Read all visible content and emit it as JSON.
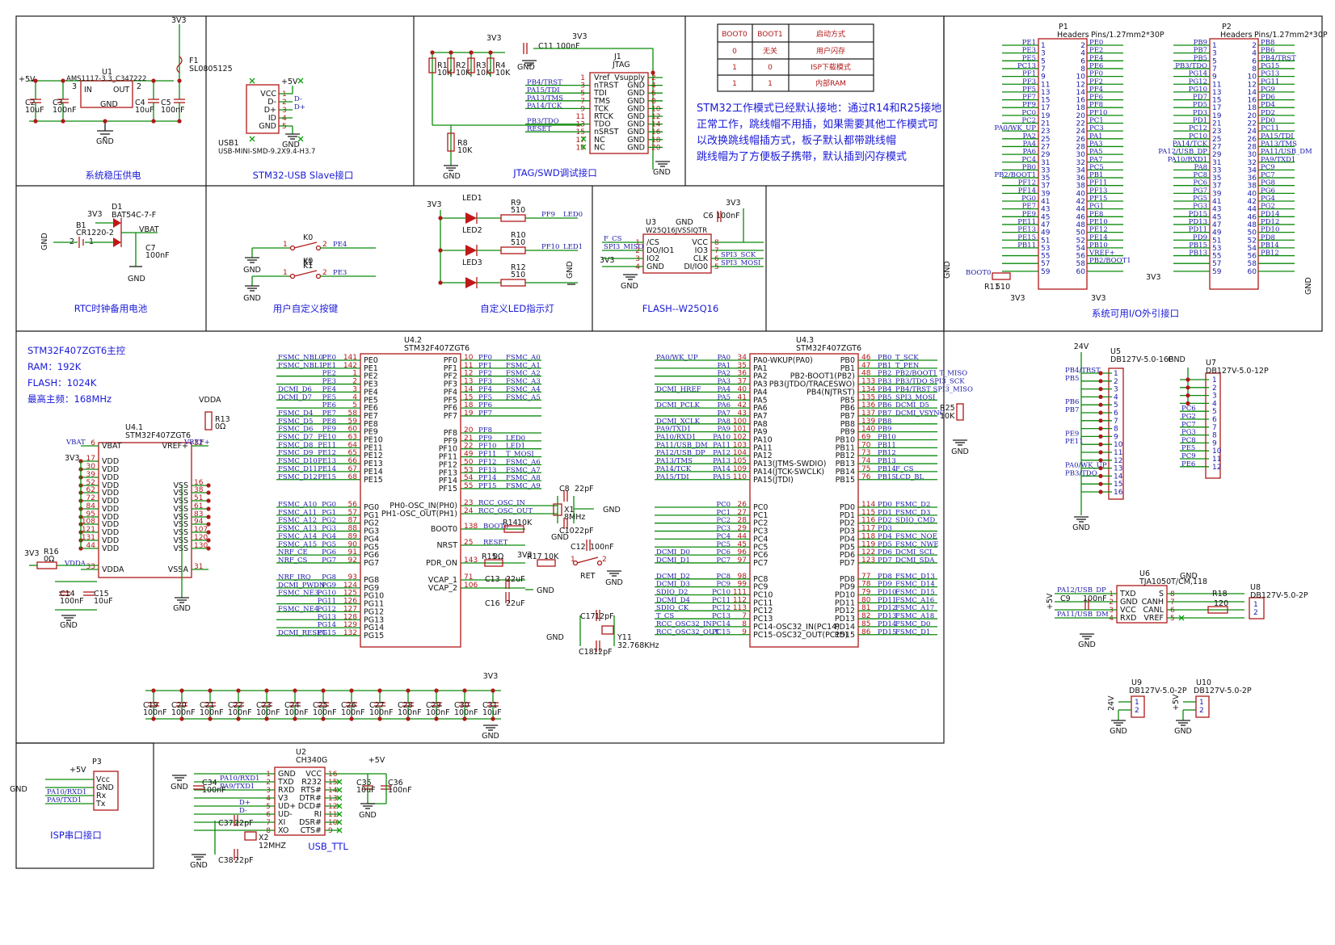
{
  "sections": {
    "power": "系统稳压供电",
    "usb": "STM32-USB Slave接口",
    "jtag": "JTAG/SWD调试接口",
    "headers": "系统可用I/O外引接口",
    "rtc": "RTC时钟备用电池",
    "keys": "用户自定义按键",
    "led": "自定义LED指示灯",
    "flash": "FLASH--W25Q16",
    "isp": "ISP串口接口",
    "usbttl": "USB_TTL"
  },
  "mcu_info": {
    "title": "STM32F407ZGT6主控",
    "ram": "RAM：192K",
    "flash": "FLASH：1024K",
    "freq": "最高主频：168MHz"
  },
  "boot_note": {
    "lines": [
      "STM32工作模式已经默认接地：通过R14和R25接地",
      "正常工作，跳线帽不用插，如果需要其他工作模式可",
      "以改换跳线帽插方式，板子默认都带跳线帽",
      "跳线帽为了方便板子携带，默认插到闪存模式"
    ]
  },
  "boot_table": {
    "headers": [
      "BOOT0",
      "BOOT1",
      "启动方式"
    ],
    "rows": [
      [
        "0",
        "无关",
        "用户闪存"
      ],
      [
        "1",
        "0",
        "ISP下载模式"
      ],
      [
        "1",
        "1",
        "内部RAM"
      ]
    ]
  },
  "power": {
    "regulator": "U1",
    "part": "AMS1117-3.3_C347222",
    "pins": {
      "in": "IN",
      "out": "OUT",
      "gnd": "GND",
      "p3": "3",
      "p2": "2",
      "p1": "1"
    },
    "fuse": "F1",
    "fuse_part": "SL0805125",
    "v5": "+5V",
    "v33": "3V3",
    "gnd": "GND",
    "caps": [
      {
        "ref": "C2",
        "val": "10uF"
      },
      {
        "ref": "C3",
        "val": "100nF"
      },
      {
        "ref": "C4",
        "val": "10uF"
      },
      {
        "ref": "C5",
        "val": "100nF"
      }
    ]
  },
  "usb": {
    "ref": "USB1",
    "part": "USB-MINI-SMD-9.2X9.4-H3.7",
    "pins": [
      "VCC",
      "D-",
      "D+",
      "ID",
      "GND"
    ],
    "nums": [
      "1",
      "2",
      "3",
      "4",
      "5"
    ],
    "nets": [
      "D-",
      "D+"
    ],
    "v5": "+5V",
    "gnd": "GND"
  },
  "jtag": {
    "ref": "J1",
    "name": "JTAG",
    "left": [
      "Vref",
      "nTRST",
      "TDI",
      "TMS",
      "TCK",
      "RTCK",
      "TDO",
      "nSRST",
      "NC",
      "NC"
    ],
    "lnums": [
      "1",
      "3",
      "5",
      "7",
      "9",
      "11",
      "13",
      "15",
      "17",
      "19"
    ],
    "right": [
      "Vsupply",
      "GND",
      "GND",
      "GND",
      "GND",
      "GND",
      "GND",
      "GND",
      "GND",
      "GND"
    ],
    "rnums": [
      "2",
      "4",
      "6",
      "8",
      "10",
      "12",
      "14",
      "16",
      "18",
      "20"
    ],
    "nets": [
      "PB4/TRST",
      "PA15/TDI",
      "PA13/TMS",
      "PA14/TCK",
      "PB3/TDO",
      "RESET"
    ],
    "res": [
      {
        "ref": "R1",
        "val": "10K"
      },
      {
        "ref": "R2",
        "val": "10K"
      },
      {
        "ref": "R3",
        "val": "10K"
      },
      {
        "ref": "R4",
        "val": "10K"
      }
    ],
    "r8": {
      "ref": "R8",
      "val": "10K"
    },
    "c11": "C11",
    "c11v": "100nF",
    "v33": "3V3",
    "gnd": "GND"
  },
  "rtc": {
    "b1": "B1",
    "b1part": "CR1220-2",
    "d1": "D1",
    "d1part": "BAT54C-7-F",
    "c7": "C7",
    "c7v": "100nF",
    "vbat": "VBAT",
    "v33": "3V3",
    "gnd": "GND",
    "n1": "1",
    "n2": "2"
  },
  "keys": [
    {
      "ref": "K0",
      "sub": "K0",
      "net": "PE4"
    },
    {
      "ref": "K1",
      "sub": "K1",
      "net": "PE3"
    }
  ],
  "keys_gnd": "GND",
  "keys_n1": "1",
  "keys_n2": "2",
  "leds": [
    {
      "ref": "LED1",
      "res": "R9",
      "val": "510",
      "net": "PF9",
      "lbl": "LED0"
    },
    {
      "ref": "LED2",
      "res": "R10",
      "val": "510",
      "net": "PF10",
      "lbl": "LED1"
    },
    {
      "ref": "LED3",
      "res": "R12",
      "val": "510",
      "net": "",
      "lbl": ""
    }
  ],
  "leds_v33": "3V3",
  "leds_gnd": "GND",
  "flash": {
    "ref": "U3",
    "part": "W25Q16JVSSIQTR",
    "left": [
      "/CS",
      "DO/IO1",
      "IO2",
      "GND"
    ],
    "lnums": [
      "1",
      "2",
      "3",
      "4"
    ],
    "right": [
      "VCC",
      "IO3",
      "CLK",
      "DI/IO0"
    ],
    "rnums": [
      "8",
      "7",
      "6",
      "5"
    ],
    "nets_l": [
      "F_CS",
      "SPI3_MISO"
    ],
    "nets_r": [
      "SPI3_SCK",
      "SPI3_MOSI"
    ],
    "c6": "C6",
    "c6v": "100nF",
    "v33": "3V3",
    "gnd": "GND"
  },
  "p1": {
    "ref": "P1",
    "hdr": "Headers",
    "pins": "Pins/1.27mm2*30P",
    "left_nets": [
      "PE1",
      "PE3",
      "PE5",
      "PC13",
      "PF1",
      "PF3",
      "PF5",
      "PF7",
      "PF9",
      "PC0",
      "PC2",
      "PA0/WK_UP",
      "PA2",
      "PA4",
      "PA6",
      "PC4",
      "PB0",
      "PB2/BOOT1",
      "PF12",
      "PF14",
      "PG0",
      "PE7",
      "PE9",
      "PE11",
      "PE13",
      "PE15",
      "PB11"
    ],
    "right_nets": [
      "PE0",
      "PE2",
      "PE4",
      "PE6",
      "PF0",
      "PF2",
      "PF4",
      "PF6",
      "PF8",
      "PF10",
      "PC1",
      "PC3",
      "PA1",
      "PA3",
      "PA5",
      "PA7",
      "PC5",
      "PB1",
      "PF11",
      "PF13",
      "PF15",
      "PG1",
      "PE8",
      "PE10",
      "PE12",
      "PE14",
      "PB10",
      "VREF+",
      "PB2/BOOT1"
    ],
    "boot0": "BOOT0",
    "r11": "R11",
    "r11v": "510",
    "gnd": "GND",
    "v33a": "3V3",
    "v33b": "3V3"
  },
  "p2": {
    "ref": "P2",
    "hdr": "Headers",
    "pins": "Pins/1.27mm2*30P",
    "left_nets": [
      "PB9",
      "PB7",
      "PB5",
      "PB3/TDO",
      "PG14",
      "PG12",
      "PG10",
      "PD7",
      "PD5",
      "PD3",
      "PD1",
      "PC12",
      "PC10",
      "PA14/TCK",
      "PA12/USB_DP",
      "PA10/RXD1",
      "PA8",
      "PC8",
      "PC6",
      "PG7",
      "PG5",
      "PG3",
      "PD15",
      "PD13",
      "PD11",
      "PD9",
      "PB15",
      "PB13"
    ],
    "right_nets": [
      "PB8",
      "PB6",
      "PB4/TRST",
      "PG15",
      "PG13",
      "PG11",
      "PG9",
      "PD6",
      "PD4",
      "PD2",
      "PD0",
      "PC11",
      "PA15/TDI",
      "PA13/TMS",
      "PA11/USB_DM",
      "PA9/TXD1",
      "PC9",
      "PC7",
      "PG8",
      "PG6",
      "PG4",
      "PG2",
      "PD14",
      "PD12",
      "PD10",
      "PD8",
      "PB14",
      "PB12"
    ],
    "v33": "3V3",
    "gnd": "GND"
  },
  "u41": {
    "ref": "U4.1",
    "part": "STM32F407ZGT6",
    "left": [
      "VBAT",
      "VDD",
      "VDD",
      "VDD",
      "VDD",
      "VDD",
      "VDD",
      "VDD",
      "VDD",
      "VDD",
      "VDD",
      "VDDA"
    ],
    "lnums": [
      "6",
      "17",
      "30",
      "39",
      "52",
      "62",
      "72",
      "84",
      "95",
      "108",
      "121",
      "131",
      "44",
      "33"
    ],
    "right": [
      "VREF+",
      "VSS",
      "VSS",
      "VSS",
      "VSS",
      "VSS",
      "VSS",
      "VSS",
      "VSS",
      "VSSA"
    ],
    "rnums": [
      "32",
      "16",
      "38",
      "51",
      "61",
      "83",
      "94",
      "107",
      "120",
      "130",
      "31"
    ],
    "vdda": "VDDA",
    "r13": "R13",
    "r13v": "0Ω",
    "r16": "R16",
    "r16v": "0Ω",
    "c14": "C14",
    "c14v": "100nF",
    "c15": "C15",
    "c15v": "10uF",
    "vbat": "VBAT",
    "vrefnet": "VREF+",
    "v33": "3V3",
    "gnd": "GND",
    "vddanet": "VDDA"
  },
  "u42": {
    "ref": "U4.2",
    "part": "STM32F407ZGT6",
    "left_pins": [
      "PE0",
      "PE1",
      "PE2",
      "PE3",
      "PE4",
      "PE5",
      "PE6",
      "PE7",
      "PE8",
      "PE9",
      "PE10",
      "PE11",
      "PE12",
      "PE13",
      "PE14",
      "PE15",
      "PG0",
      "PG1",
      "PG2",
      "PG3",
      "PG4",
      "PG5",
      "PG6",
      "PG7",
      "PG8",
      "PG9",
      "PG10",
      "PG11",
      "PG12",
      "PG13",
      "PG14",
      "PG15"
    ],
    "left_nums": [
      "141",
      "142",
      "1",
      "2",
      "3",
      "4",
      "5",
      "58",
      "59",
      "60",
      "63",
      "64",
      "65",
      "66",
      "67",
      "68",
      "56",
      "57",
      "87",
      "88",
      "89",
      "90",
      "91",
      "92",
      "93",
      "124",
      "125",
      "126",
      "127",
      "128",
      "129",
      "132"
    ],
    "left_nets": [
      "FSMC_NBL0",
      "FSMC_NBL1",
      "",
      "",
      "DCMI_D6",
      "DCMI_D7",
      "",
      "FSMC_D4",
      "FSMC_D5",
      "FSMC_D6",
      "FSMC_D7",
      "FSMC_D8",
      "FSMC_D9",
      "FSMC_D10",
      "FSMC_D11",
      "FSMC_D12",
      "FSMC_A10",
      "FSMC_A11",
      "FSMC_A12",
      "FSMC_A13",
      "FSMC_A14",
      "FSMC_A15",
      "NRF_CE",
      "NRF_CS",
      "NRF_IRQ",
      "DCMI_PWDN",
      "FSMC_NE3",
      "",
      "FSMC_NE4",
      "",
      "",
      "DCMI_RESET"
    ],
    "left_tags": [
      "PE0",
      "PE1",
      "PE2",
      "PE3",
      "PE4",
      "PE5",
      "PE6",
      "PE7",
      "PE8",
      "PE9",
      "PE10",
      "PE11",
      "PE12",
      "PE13",
      "PE14",
      "PE15",
      "PG0",
      "PG1",
      "PG2",
      "PG3",
      "PG4",
      "PG5",
      "PG6",
      "PG7",
      "PG8",
      "PG9",
      "PG10",
      "PG11",
      "PG12",
      "PG13",
      "PG14",
      "PG15"
    ],
    "right_pins": [
      "PF0",
      "PF1",
      "PF2",
      "PF3",
      "PF4",
      "PF5",
      "PF6",
      "PF7",
      "PF8",
      "PF9",
      "PF10",
      "PF11",
      "PF12",
      "PF13",
      "PF14",
      "PF15"
    ],
    "right_nums": [
      "10",
      "11",
      "12",
      "13",
      "14",
      "15",
      "18",
      "19",
      "20",
      "21",
      "22",
      "49",
      "50",
      "53",
      "54",
      "55"
    ],
    "right_nets": [
      "FSMC_A0",
      "FSMC_A1",
      "FSMC_A2",
      "FSMC_A3",
      "FSMC_A4",
      "FSMC_A5",
      "",
      "",
      "",
      "LED0",
      "LED1",
      "T_MOSI",
      "FSMC_A6",
      "FSMC_A7",
      "FSMC_A8",
      "FSMC_A9"
    ],
    "osc_in": "PH0-OSC_IN(PH0)",
    "osc_out": "PH1-OSC_OUT(PH1)",
    "osc_nums": [
      "23",
      "24"
    ],
    "osc_nets": [
      "RCC_OSC_IN",
      "RCC_OSC_OUT"
    ],
    "boot0": "BOOT0",
    "boot0num": "138",
    "boot0net": "BOOT0",
    "nrst": "NRST",
    "nrstnum": "25",
    "nrstnet": "RESET",
    "pdr": "PDR_ON",
    "pdrnum": "143",
    "vcap1": "VCAP_1",
    "vcap2": "VCAP_2",
    "vcapnums": [
      "71",
      "106"
    ],
    "x1": "X1",
    "x1v": "8MHz",
    "c8": "C8",
    "c8v": "22pF",
    "c10": "C10",
    "c10v": "22pF",
    "r14": "R14",
    "r14v": "10K",
    "r15": "R15",
    "r15v": "0Ω",
    "r17": "R17",
    "r17v": "10K",
    "c12": "C12",
    "c12v": "100nF",
    "c13": "C13",
    "c13v": "22uF",
    "c16": "C16",
    "c16v": "22uF",
    "ret": "RET",
    "v33": "3V3",
    "gnd": "GND",
    "n1": "1",
    "n2": "2"
  },
  "u43": {
    "ref": "U4.3",
    "part": "STM32F407ZGT6",
    "left_pins": [
      "PA0-WKUP(PA0)",
      "PA1",
      "PA2",
      "PA3",
      "PA4",
      "PA5",
      "PA6",
      "PA7",
      "PA8",
      "PA9",
      "PA10",
      "PA11",
      "PA12",
      "PA13(JTMS-SWDIO)",
      "PA14(JTCK-SWCLK)",
      "PA15(JTDI)",
      "PC0",
      "PC1",
      "PC2",
      "PC3",
      "PC4",
      "PC5",
      "PC6",
      "PC7",
      "PC8",
      "PC9",
      "PC10",
      "PC11",
      "PC12",
      "PC13",
      "PC14-OSC32_IN(PC14)",
      "PC15-OSC32_OUT(PC15)"
    ],
    "left_nums": [
      "34",
      "35",
      "36",
      "37",
      "40",
      "41",
      "42",
      "43",
      "100",
      "101",
      "102",
      "103",
      "104",
      "105",
      "109",
      "110",
      "26",
      "27",
      "28",
      "29",
      "44",
      "45",
      "96",
      "97",
      "98",
      "99",
      "111",
      "112",
      "113",
      "7",
      "8",
      "9"
    ],
    "left_nets": [
      "PA0/WK_UP",
      "PA1",
      "PA2",
      "PA3",
      "DCMI_HREF",
      "PA5",
      "DCMI_PCLK",
      "PA7",
      "DCMI_XCLK",
      "PA9/TXD1",
      "PA10/RXD1",
      "PA11/USB_DM",
      "PA12/USB_DP",
      "PA13/TMS",
      "PA14/TCK",
      "PA15/TDI",
      "PC0",
      "PC1",
      "PC2",
      "PC3",
      "PC4",
      "PC5",
      "DCMI_D0",
      "DCMI_D1",
      "DCMI_D2",
      "DCMI_D3",
      "SDIO_D2",
      "DCMI_D4",
      "SDIO_CK",
      "T_CS",
      "RCC_OSC32_IN",
      "RCC_OSC32_OUT"
    ],
    "left_tags": [
      "PA0",
      "PA1",
      "PA2",
      "PA3",
      "PA4",
      "PA5",
      "PA6",
      "PA7",
      "PA8",
      "PA9",
      "PA10",
      "PA11",
      "PA12",
      "PA13",
      "PA14",
      "PA15",
      "PC0",
      "PC1",
      "PC2",
      "PC3",
      "PC4",
      "PC5",
      "PC6",
      "PC7",
      "PC8",
      "PC9",
      "PC10",
      "PC11",
      "PC12",
      "PC13",
      "PC14",
      "PC15"
    ],
    "right_pins": [
      "PB0",
      "PB1",
      "PB2-BOOT1(PB2)",
      "PB3(JTDO/TRACESWO)",
      "PB4(NJTRST)",
      "PB5",
      "PB6",
      "PB7",
      "PB8",
      "PB9",
      "PB10",
      "PB11",
      "PB12",
      "PB13",
      "PB14",
      "PB15",
      "PD0",
      "PD1",
      "PD2",
      "PD3",
      "PD4",
      "PD5",
      "PD6",
      "PD7",
      "PD8",
      "PD9",
      "PD10",
      "PD11",
      "PD12",
      "PD13",
      "PD14",
      "PD15"
    ],
    "right_nums": [
      "46",
      "47",
      "48",
      "133",
      "134",
      "135",
      "136",
      "137",
      "139",
      "140",
      "69",
      "70",
      "73",
      "74",
      "75",
      "76",
      "114",
      "115",
      "116",
      "117",
      "118",
      "119",
      "122",
      "123",
      "77",
      "78",
      "79",
      "80",
      "81",
      "82",
      "85",
      "86"
    ],
    "right_nets": [
      "T_SCK",
      "T_PEN",
      "PB2/BOOT1 T_MISO",
      "PB3/TDO SPI3_SCK",
      "PB4/TRST SPI3_MISO",
      "SPI3_MOSI",
      "DCMI_D5",
      "DCMI_VSYNC",
      "",
      "",
      "",
      "",
      "",
      "",
      "F_CS",
      "LCD_BL",
      "FSMC_D2",
      "FSMC_D3",
      "SDIO_CMD",
      "",
      "FSMC_NOE",
      "FSMC_NWE",
      "DCMI_SCL",
      "DCMI_SDA",
      "FSMC_D13",
      "FSMC_D14",
      "FSMC_D15",
      "FSMC_A16",
      "FSMC_A17",
      "FSMC_A18",
      "FSMC_D0",
      "FSMC_D1"
    ],
    "right_tags": [
      "PB0",
      "PB1",
      "PB2",
      "PB3",
      "PB4",
      "PB5",
      "PB6",
      "PB7",
      "PB8",
      "PB9",
      "PB10",
      "PB11",
      "PB12",
      "PB13",
      "PB14",
      "PB15",
      "PD0",
      "PD1",
      "PD2",
      "PD3",
      "PD4",
      "PD5",
      "PD6",
      "PD7",
      "PD8",
      "PD9",
      "PD10",
      "PD11",
      "PD12",
      "PD13",
      "PD14",
      "PD15"
    ],
    "r25": "R25",
    "r25v": "10K",
    "gnd": "GND",
    "y11": "Y11",
    "y11v": "32.768KHz",
    "c17": "C17",
    "c17v": "12pF",
    "c18": "C18",
    "c18v": "12pF"
  },
  "decoupling": {
    "caps": [
      {
        "ref": "C19",
        "val": "100nF"
      },
      {
        "ref": "C20",
        "val": "100nF"
      },
      {
        "ref": "C21",
        "val": "100nF"
      },
      {
        "ref": "C22",
        "val": "100nF"
      },
      {
        "ref": "C23",
        "val": "100nF"
      },
      {
        "ref": "C24",
        "val": "100nF"
      },
      {
        "ref": "C25",
        "val": "100nF"
      },
      {
        "ref": "C26",
        "val": "100nF"
      },
      {
        "ref": "C27",
        "val": "100nF"
      },
      {
        "ref": "C28",
        "val": "100nF"
      },
      {
        "ref": "C29",
        "val": "100nF"
      },
      {
        "ref": "C30",
        "val": "100nF"
      },
      {
        "ref": "C31",
        "val": "10uF"
      }
    ],
    "v33": "3V3",
    "gnd": "GND"
  },
  "u5": {
    "ref": "U5",
    "part": "DB127V-5.0-16P",
    "v24": "24V",
    "gnd": "GND",
    "nets": [
      "PB4/TRST",
      "PB5",
      "",
      "",
      "PB6",
      "PB7",
      "",
      "",
      "PE9",
      "PE11",
      "",
      "",
      "PA0/WK_UP",
      "PB3/TDO",
      "",
      ""
    ],
    "nums": [
      "1",
      "2",
      "3",
      "4",
      "5",
      "6",
      "7",
      "8",
      "9",
      "10",
      "11",
      "12",
      "13",
      "14",
      "15",
      "16"
    ]
  },
  "u7": {
    "ref": "U7",
    "part": "DB127V-5.0-12P",
    "gnd": "GND",
    "nets": [
      "",
      "",
      "",
      "",
      "PC6",
      "PG2",
      "PC7",
      "PG3",
      "PC8",
      "PE5",
      "PC9",
      "PE6"
    ],
    "nums": [
      "1",
      "2",
      "3",
      "4",
      "5",
      "6",
      "7",
      "8",
      "9",
      "10",
      "11",
      "12"
    ]
  },
  "u6": {
    "ref": "U6",
    "part": "TJA1050T/CM,118",
    "v5": "+5V",
    "gnd": "GND",
    "left": [
      "TXD",
      "GND",
      "VCC",
      "RXD"
    ],
    "lnums": [
      "1",
      "2",
      "3",
      "4"
    ],
    "right": [
      "S",
      "CANH",
      "CANL",
      "VREF"
    ],
    "rnums": [
      "8",
      "7",
      "6",
      "5"
    ],
    "nets": [
      "PA12/USB_DP",
      "PA11/USB_DM"
    ],
    "c9": "C9",
    "c9v": "100nF",
    "r18": "R18",
    "r18v": "120",
    "u8": "U8",
    "u8part": "DB127V-5.0-2P",
    "n1": "1",
    "n2": "2"
  },
  "u9": {
    "ref": "U9",
    "part": "DB127V-5.0-2P",
    "v": "24V",
    "gnd": "GND",
    "n1": "1",
    "n2": "2"
  },
  "u10": {
    "ref": "U10",
    "part": "DB127V-5.0-2P",
    "v": "+5V",
    "gnd": "GND",
    "n1": "1",
    "n2": "2"
  },
  "p3": {
    "ref": "P3",
    "v5": "+5V",
    "gnd": "GND",
    "pins": [
      "Vcc",
      "GND",
      "Rx",
      "Tx"
    ],
    "nets": [
      "PA10/RXD1",
      "PA9/TXD1"
    ]
  },
  "u2": {
    "ref": "U2",
    "part": "CH340G",
    "left": [
      "GND",
      "TXD",
      "RXD",
      "V3",
      "UD+",
      "UD-",
      "XI",
      "XO"
    ],
    "lnums": [
      "1",
      "2",
      "3",
      "4",
      "5",
      "6",
      "7",
      "8"
    ],
    "right": [
      "VCC",
      "R232",
      "RTS#",
      "DTR#",
      "DCD#",
      "RI",
      "DSR#",
      "CTS#"
    ],
    "rnums": [
      "16",
      "15",
      "14",
      "13",
      "12",
      "11",
      "10",
      "9"
    ],
    "nets": [
      "PA10/RXD1",
      "PA9/TXD1",
      "D+",
      "D-"
    ],
    "c34": "C34",
    "c34v": "100nF",
    "c35": "C35",
    "c35v": "10uF",
    "c36": "C36",
    "c36v": "100nF",
    "c37": "C37",
    "c37v": "22pF",
    "c38": "C38",
    "c38v": "22pF",
    "x2": "X2",
    "x2v": "12MHZ",
    "v5": "+5V",
    "gnd": "GND"
  }
}
